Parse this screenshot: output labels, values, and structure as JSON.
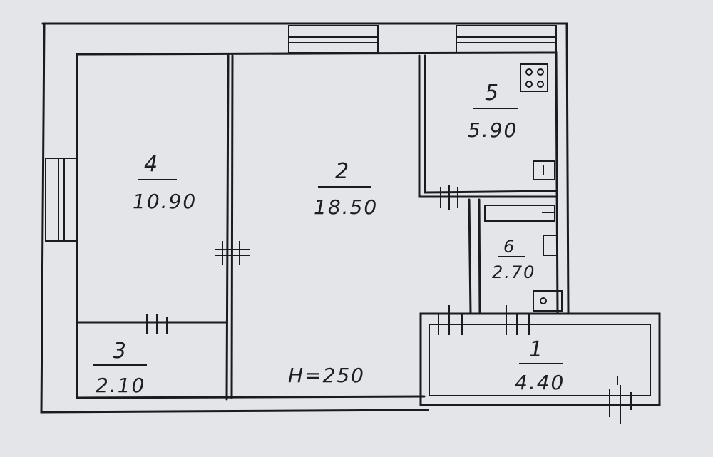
{
  "title": "Apartment floor plan",
  "rooms": [
    {
      "number": "1",
      "area": "4.40"
    },
    {
      "number": "2",
      "area": "18.50"
    },
    {
      "number": "3",
      "area": "2.10"
    },
    {
      "number": "4",
      "area": "10.90"
    },
    {
      "number": "5",
      "area": "5.90"
    },
    {
      "number": "6",
      "area": "2.70"
    }
  ],
  "ceiling_height": "H=250",
  "colors": {
    "paper": "#e4e5e8",
    "ink": "#1b1b1f"
  }
}
